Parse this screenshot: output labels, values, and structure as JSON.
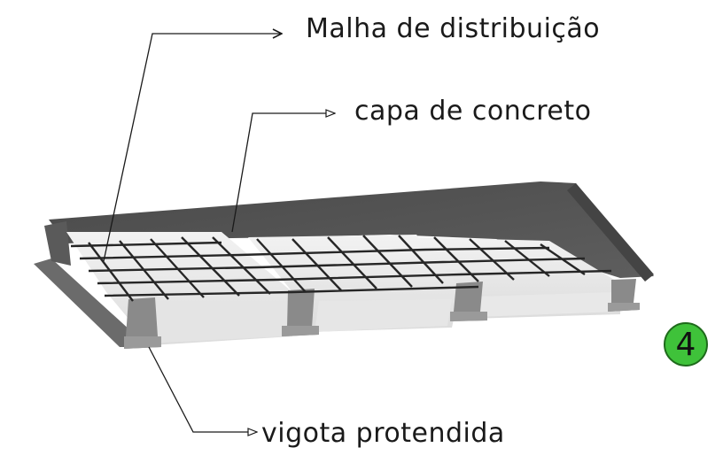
{
  "labels": {
    "malha": "Malha de distribuição",
    "capa": "capa de concreto",
    "vigota": "vigota protendida"
  },
  "badge": {
    "number": "4",
    "color": "#3fc23a"
  },
  "colors": {
    "slab_top": "#555555",
    "slab_edge": "#666666",
    "beam": "#8c8c8c",
    "filler_block": "#e9e9e9",
    "mesh": "#262626",
    "leader_line": "#1a1a1a"
  }
}
